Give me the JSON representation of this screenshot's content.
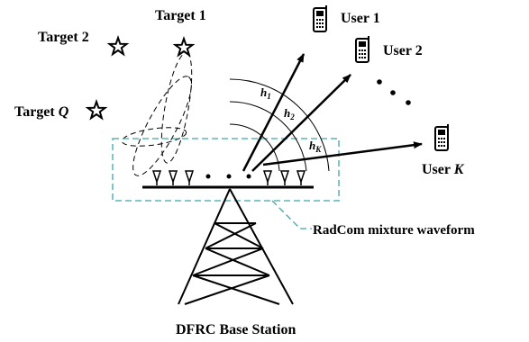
{
  "targets": [
    {
      "label": "Target 1"
    },
    {
      "label": "Target 2"
    },
    {
      "label_prefix": "Target ",
      "label_var": "Q"
    }
  ],
  "users": [
    {
      "label": "User 1"
    },
    {
      "label": "User 2"
    },
    {
      "label_prefix": "User ",
      "label_var": "K"
    }
  ],
  "channels": [
    {
      "sym": "h",
      "sub": "1"
    },
    {
      "sym": "h",
      "sub": "2"
    },
    {
      "sym": "h",
      "sub": "K"
    }
  ],
  "waveform_label": "RadCom mixture waveform",
  "base_station_label": "DFRC Base Station",
  "colors": {
    "ink": "#000000",
    "waveform_box": "#3aa6ad"
  }
}
